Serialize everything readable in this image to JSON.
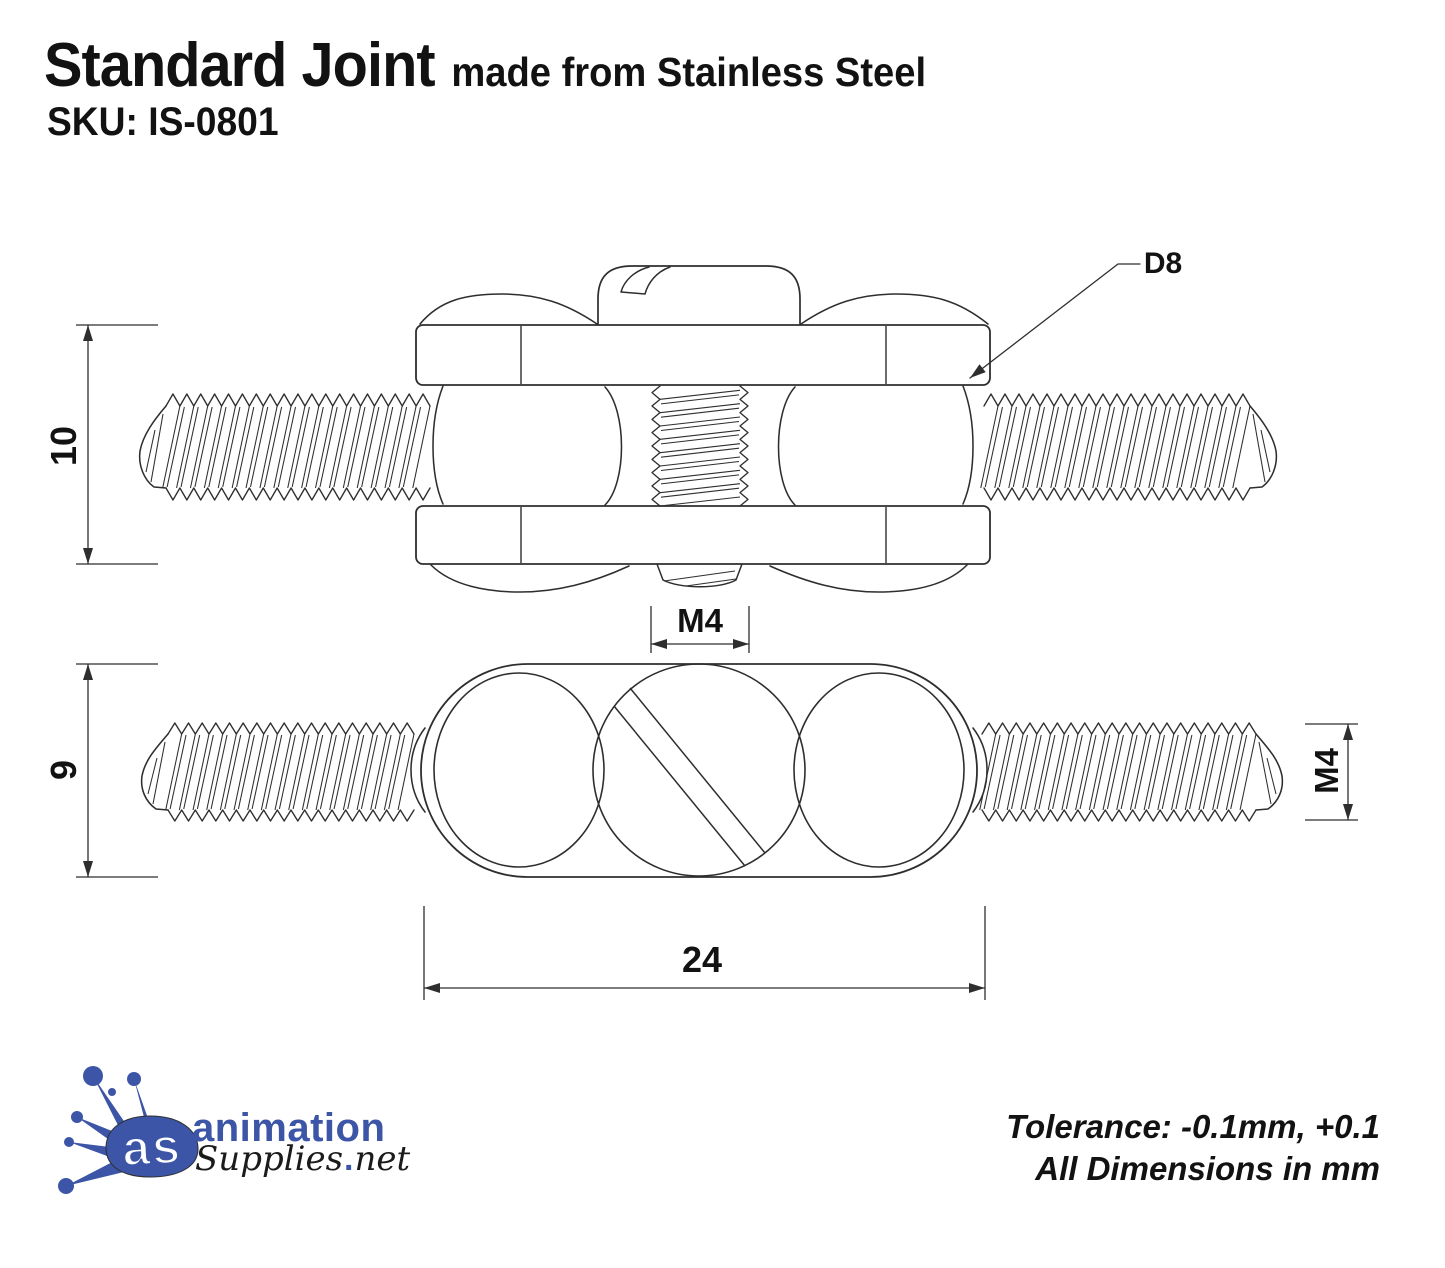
{
  "header": {
    "title": "Standard Joint",
    "subtitle": "made from Stainless Steel",
    "sku": "SKU: IS-0801"
  },
  "drawing": {
    "callout_d8": "D8",
    "dim_side_height": "10",
    "dim_plan_height": "9",
    "dim_length": "24",
    "dim_thread_top": "M4",
    "dim_thread_right": "M4"
  },
  "footer": {
    "logo": {
      "mark": "as",
      "word1": "animation",
      "word2": "Supplies",
      "dot": ".",
      "word3": "net"
    },
    "tolerance_line1": "Tolerance: -0.1mm, +0.1",
    "tolerance_line2": "All Dimensions in mm"
  },
  "colors": {
    "line": "#2e2e2e",
    "text": "#121212",
    "logo_blue": "#3c55a6",
    "logo_black": "#1b1b1b"
  }
}
